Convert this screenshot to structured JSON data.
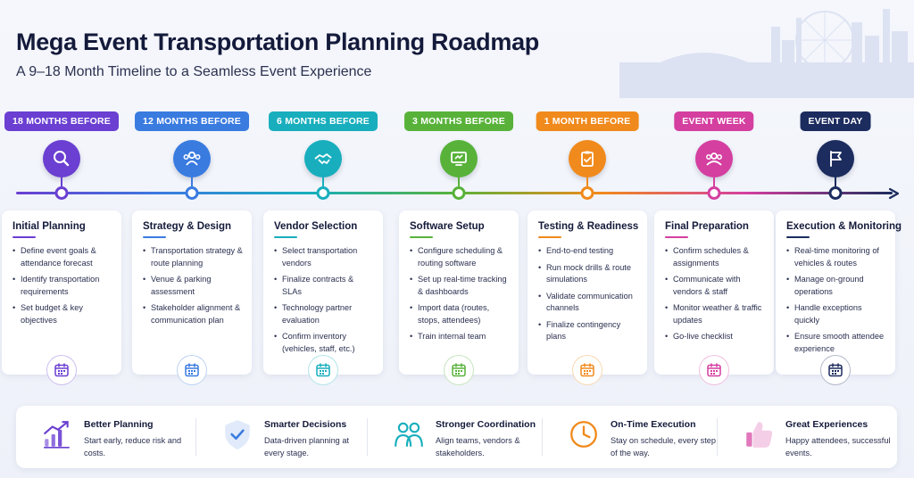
{
  "header": {
    "title": "Mega Event Transportation Planning Roadmap",
    "subtitle": "A 9–18 Month Timeline to a Seamless Event Experience"
  },
  "stages": [
    {
      "label": "18 MONTHS BEFORE",
      "color": "#6a3fd1",
      "icon": "search-icon",
      "title": "Initial Planning",
      "items": [
        "Define event goals & attendance forecast",
        "Identify transportation requirements",
        "Set budget & key objectives"
      ]
    },
    {
      "label": "12 MONTHS BEFORE",
      "color": "#3a7be0",
      "icon": "people-icon",
      "title": "Strategy & Design",
      "items": [
        "Transportation strategy & route planning",
        "Venue & parking assessment",
        "Stakeholder alignment & communication plan"
      ]
    },
    {
      "label": "6 MONTHS BEFORE",
      "color": "#18aebd",
      "icon": "handshake-icon",
      "title": "Vendor Selection",
      "items": [
        "Select transportation vendors",
        "Finalize contracts & SLAs",
        "Technology partner evaluation",
        "Confirm inventory (vehicles, staff, etc.)"
      ]
    },
    {
      "label": "3 MONTHS BEFORE",
      "color": "#58b23a",
      "icon": "monitor-icon",
      "title": "Software Setup",
      "items": [
        "Configure scheduling & routing software",
        "Set up real-time tracking & dashboards",
        "Import data (routes, stops, attendees)",
        "Train internal team"
      ]
    },
    {
      "label": "1 MONTH BEFORE",
      "color": "#f08a1c",
      "icon": "clipboard-check-icon",
      "title": "Testing & Readiness",
      "items": [
        "End-to-end testing",
        "Run mock drills & route simulations",
        "Validate communication channels",
        "Finalize contingency plans"
      ]
    },
    {
      "label": "EVENT WEEK",
      "color": "#d43fa0",
      "icon": "group-icon",
      "title": "Final Preparation",
      "items": [
        "Confirm schedules & assignments",
        "Communicate with vendors & staff",
        "Monitor weather & traffic updates",
        "Go-live checklist"
      ]
    },
    {
      "label": "EVENT DAY",
      "color": "#1c2c5e",
      "icon": "flag-icon",
      "title": "Execution & Monitoring",
      "items": [
        "Real-time monitoring of vehicles & routes",
        "Manage on-ground operations",
        "Handle exceptions quickly",
        "Ensure smooth attendee experience"
      ]
    }
  ],
  "benefits": [
    {
      "title": "Better Planning",
      "desc": "Start early, reduce risk and costs.",
      "color": "#6a3fd1",
      "icon": "chart-growth-icon"
    },
    {
      "title": "Smarter Decisions",
      "desc": "Data-driven planning at every stage.",
      "color": "#3a7be0",
      "icon": "shield-check-icon"
    },
    {
      "title": "Stronger Coordination",
      "desc": "Align teams, vendors & stakeholders.",
      "color": "#18aebd",
      "icon": "team-icon"
    },
    {
      "title": "On-Time Execution",
      "desc": "Stay on schedule, every step of the way.",
      "color": "#f08a1c",
      "icon": "clock-icon"
    },
    {
      "title": "Great Experiences",
      "desc": "Happy attendees, successful events.",
      "color": "#d43fa0",
      "icon": "thumbs-up-icon"
    }
  ]
}
